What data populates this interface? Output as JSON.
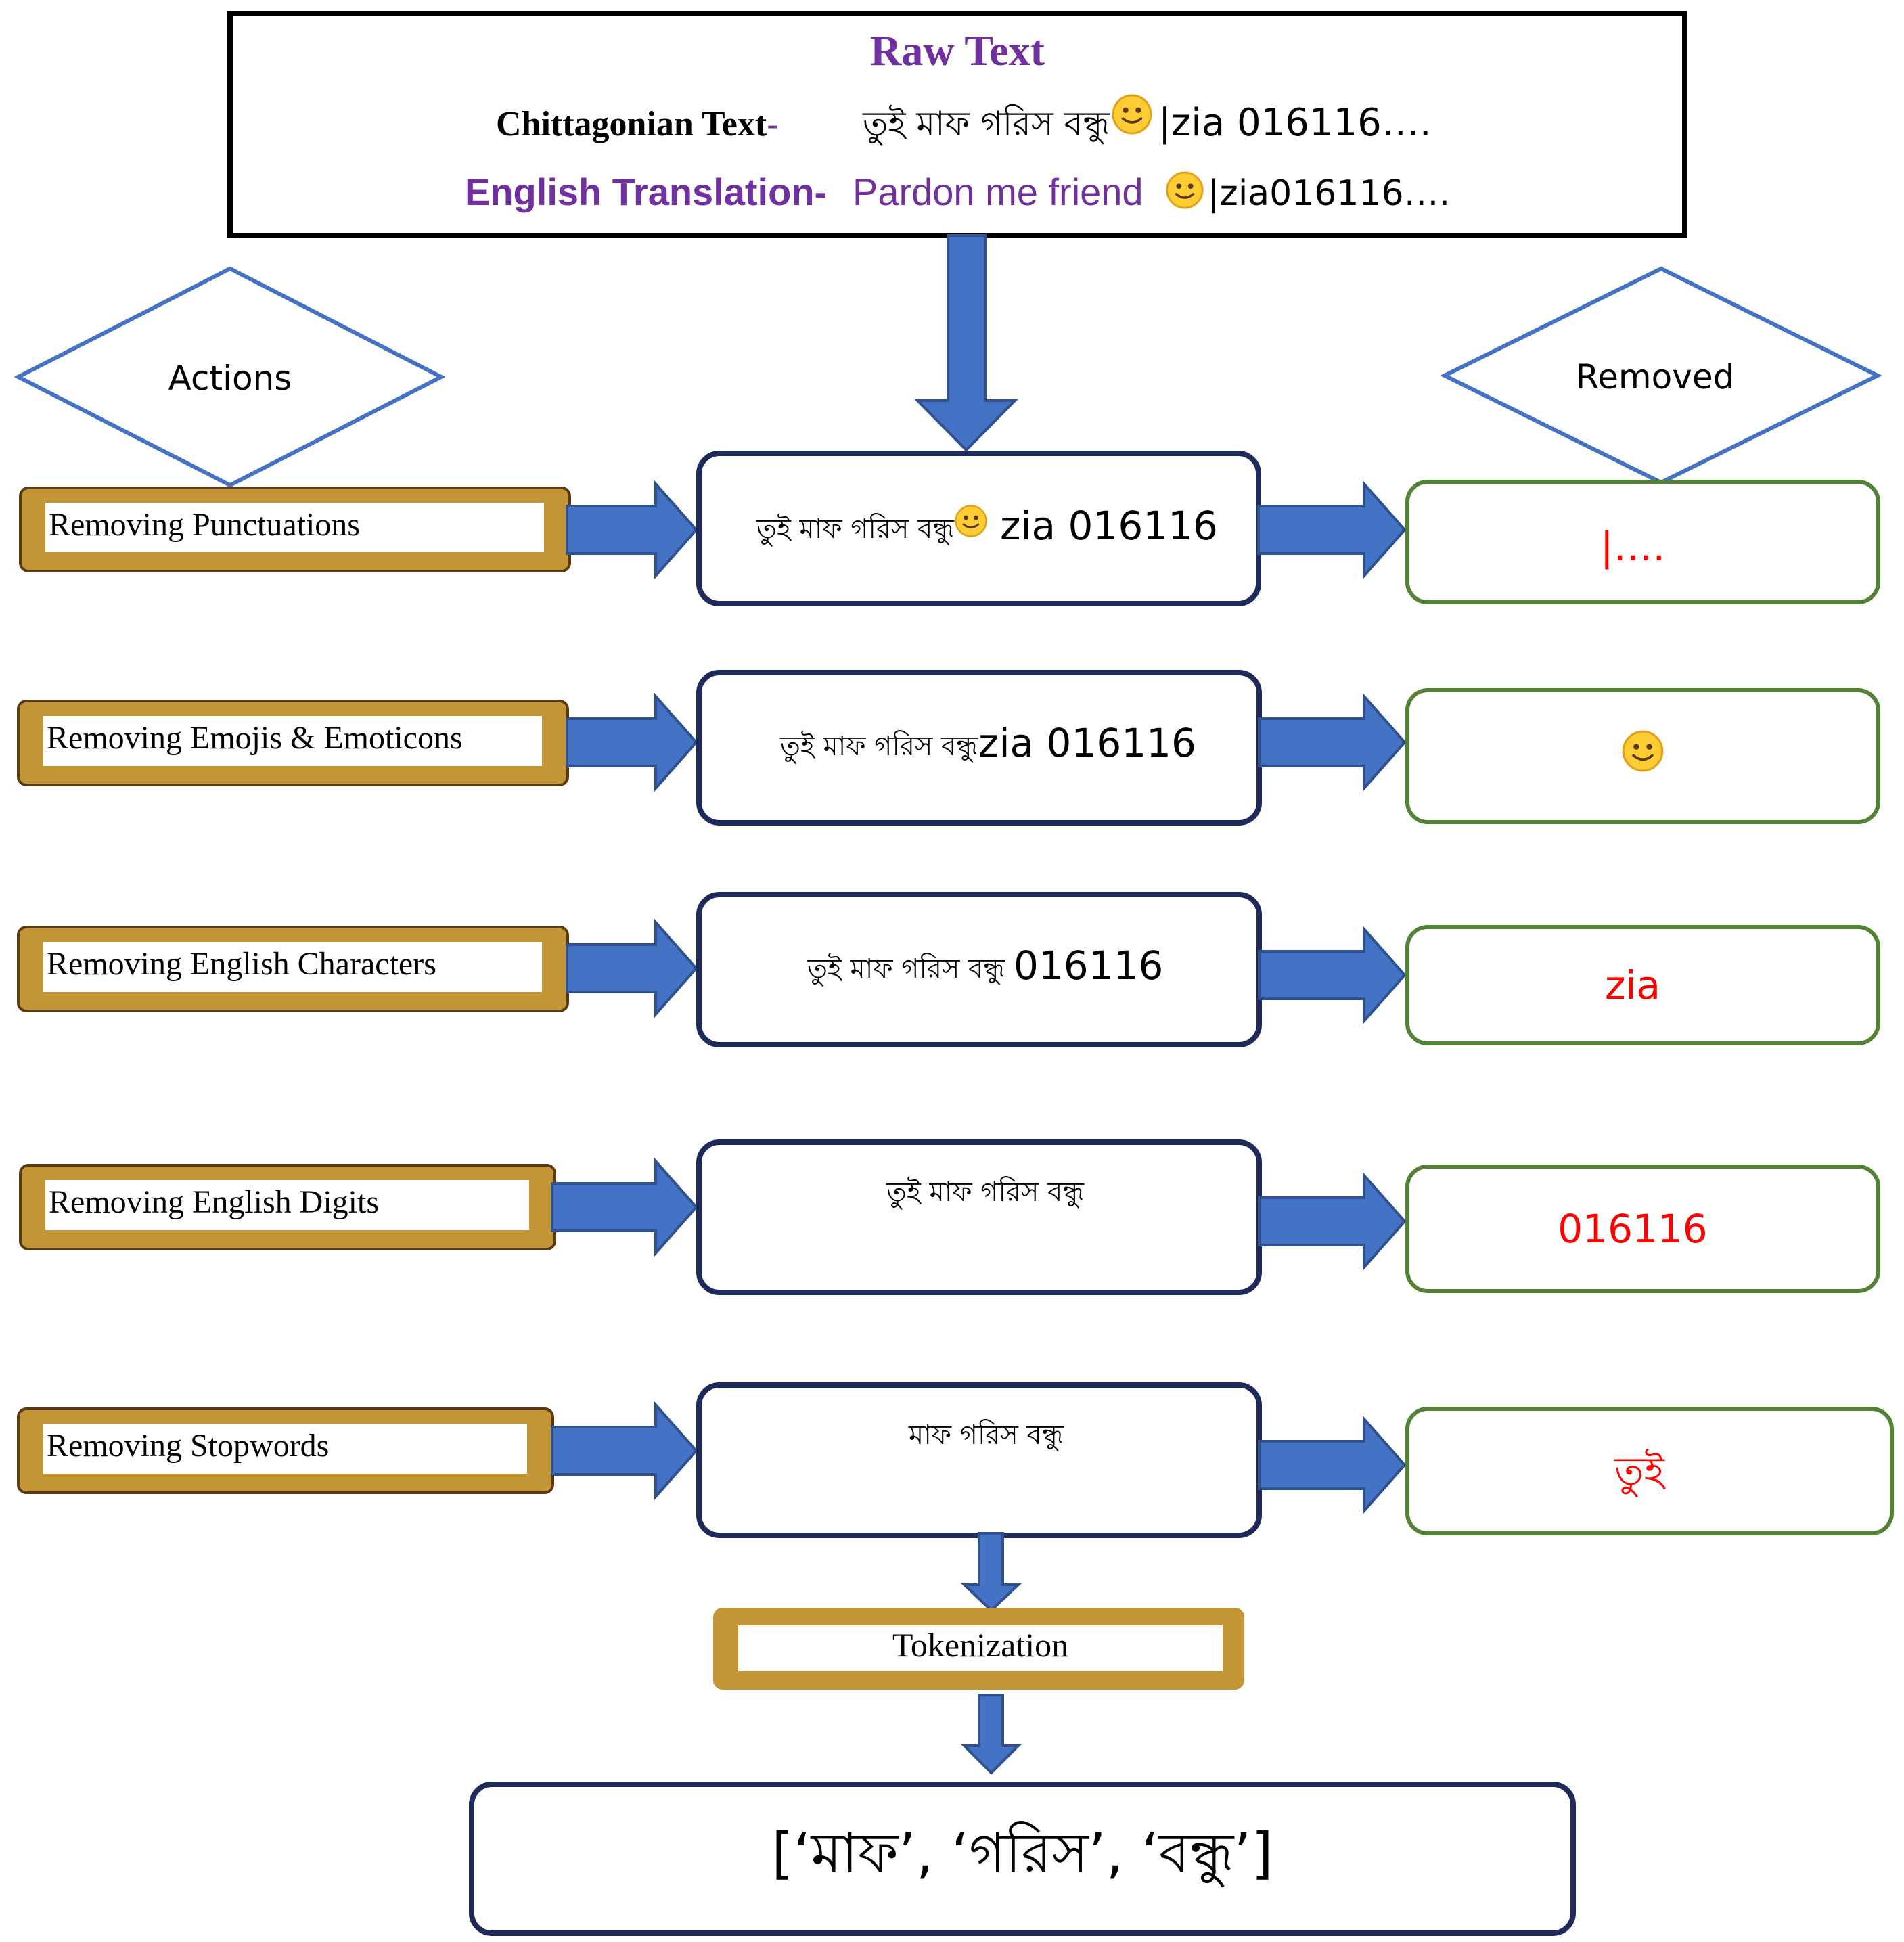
{
  "raw_text": {
    "title": "Raw Text",
    "chittagonian_label": "Chittagonian Text",
    "chittagonian_dash": "-",
    "chittagonian_value": "তুই মাফ গরিস বন্ধু",
    "chittagonian_tail": "|zia 016116….",
    "english_label": "English Translation-",
    "english_value": "Pardon me friend",
    "english_tail": "|zia016116…."
  },
  "headers": {
    "actions": "Actions",
    "removed": "Removed"
  },
  "steps": [
    {
      "action": "Removing Punctuations",
      "result_bangla": "তুই মাফ গরিস বন্ধু",
      "result_tail": "zia 016116",
      "removed": "|…."
    },
    {
      "action": "Removing Emojis & Emoticons",
      "result_bangla": "তুই মাফ গরিস বন্ধু",
      "result_tail": "zia 016116",
      "removed": ""
    },
    {
      "action": "Removing English Characters",
      "result_bangla": "তুই মাফ গরিস বন্ধু",
      "result_tail": "016116",
      "removed": "zia"
    },
    {
      "action": "Removing English Digits",
      "result_bangla": "তুই মাফ গরিস বন্ধু",
      "result_tail": "",
      "removed": "016116"
    },
    {
      "action": "Removing Stopwords",
      "result_bangla": "মাফ গরিস বন্ধু",
      "result_tail": "",
      "removed": "তুই"
    }
  ],
  "tokenization": {
    "label": "Tokenization"
  },
  "output": {
    "tokens": "[‘মাফ’, ‘গরিস’, ‘বন্ধু’]"
  },
  "colors": {
    "arrow": "#4472C4",
    "arrow_stroke": "#2F528F",
    "title_purple": "#7030A0",
    "action_gold": "#C39534",
    "action_border": "#5A3A12",
    "result_border": "#1F2A5C",
    "removed_border": "#538135",
    "removed_text": "#FF0000",
    "diamond_border": "#4472C4",
    "emoji_fill": "#FFCC33"
  },
  "icons": {
    "emoji": "slightly-smiling-face-icon"
  }
}
